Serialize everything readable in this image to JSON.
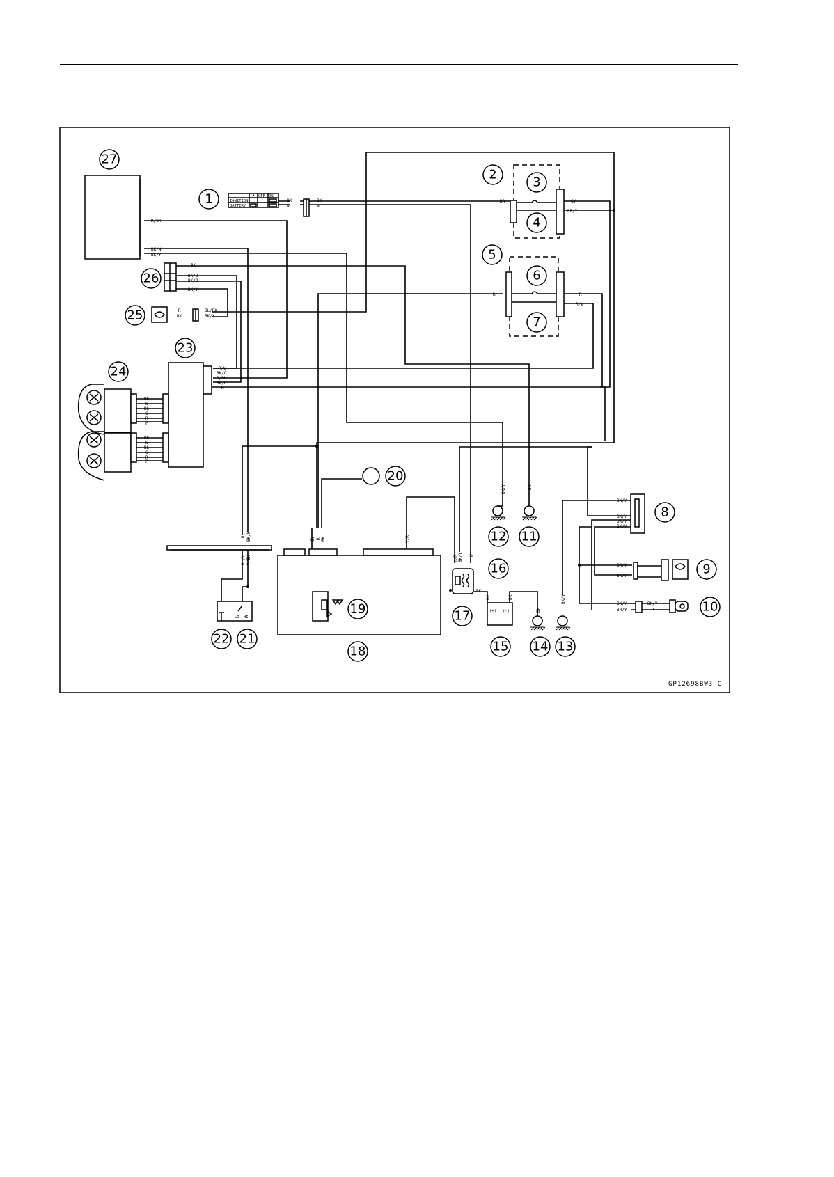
{
  "diagram": {
    "figure_code": "GP12698BW3  C",
    "callouts": [
      "1",
      "2",
      "3",
      "4",
      "5",
      "6",
      "7",
      "8",
      "9",
      "10",
      "11",
      "12",
      "13",
      "14",
      "15",
      "16",
      "17",
      "18",
      "19",
      "20",
      "21",
      "22",
      "23",
      "24",
      "25",
      "26",
      "27"
    ],
    "ignition_switch": {
      "row1": "IGNITION",
      "row2": "BATTERY",
      "col_off": "OFF",
      "col_on": "ON"
    },
    "battery": {
      "plus": "(+)",
      "minus": "(-)"
    },
    "switch_21": {
      "lo": "LO",
      "hi": "HI"
    },
    "wire_labels": {
      "ign_bk": "BK",
      "ign_w": "W",
      "conn_bk": "BK",
      "conn_w": "W",
      "fuse1_in": "BR",
      "fuse1_gy": "GY",
      "fuse1_bry": "BR/Y",
      "fuse2_in": "R",
      "fuse2_r": "R",
      "fuse2_rw": "R/W",
      "ecu_rbk": "R/BK",
      "ecu_bkw": "BK/W",
      "ecu_bky": "BK/Y",
      "c26_bk": "BK",
      "c26_bko1": "BK/O",
      "c26_bko2": "BK/O",
      "c26_bky": "BK/Y",
      "s25_r": "R",
      "s25_bk": "BK",
      "s25_blbk": "BL/BK",
      "s25_bky": "BK/Y",
      "m23_rw": "R/W",
      "m23_bko1": "BK/O",
      "m23_rbk": "R/BK",
      "m23_bko2": "BK/O",
      "m23_r": "R",
      "c24a": [
        "BK",
        "W",
        "BL",
        "G",
        "R",
        "P"
      ],
      "c24b": [
        "BK",
        "W",
        "BL",
        "G",
        "R",
        "P"
      ],
      "g12": "BK/Y",
      "g11": "BK",
      "g13": "BK/Y",
      "g14": "BK",
      "bat_p": "BK",
      "bat_m": "BK",
      "r17_bk": "BK",
      "r17_yr": "Y/R",
      "r17_bky": "BK/Y",
      "r17_w": "W",
      "m18_gy": "GY",
      "m18_r": "R",
      "m18_bk": "BK",
      "m18_yr": "Y/R",
      "j22_r": "R",
      "j22_bkw": "BK/W",
      "j22_bly": "BL/Y",
      "j22_ybk": "Y/BK",
      "c8_1": "BK/Y",
      "c8_2": "BK/Y",
      "c8_3": "BK/Y",
      "c8_4": "BK/Y",
      "s9_bry": "BR/Y",
      "s9_bky": "BK/Y",
      "s10_bky": "BK/Y",
      "s10_bry": "BR/Y",
      "s10_bky2": "BK/Y",
      "s10_r": "R"
    }
  }
}
